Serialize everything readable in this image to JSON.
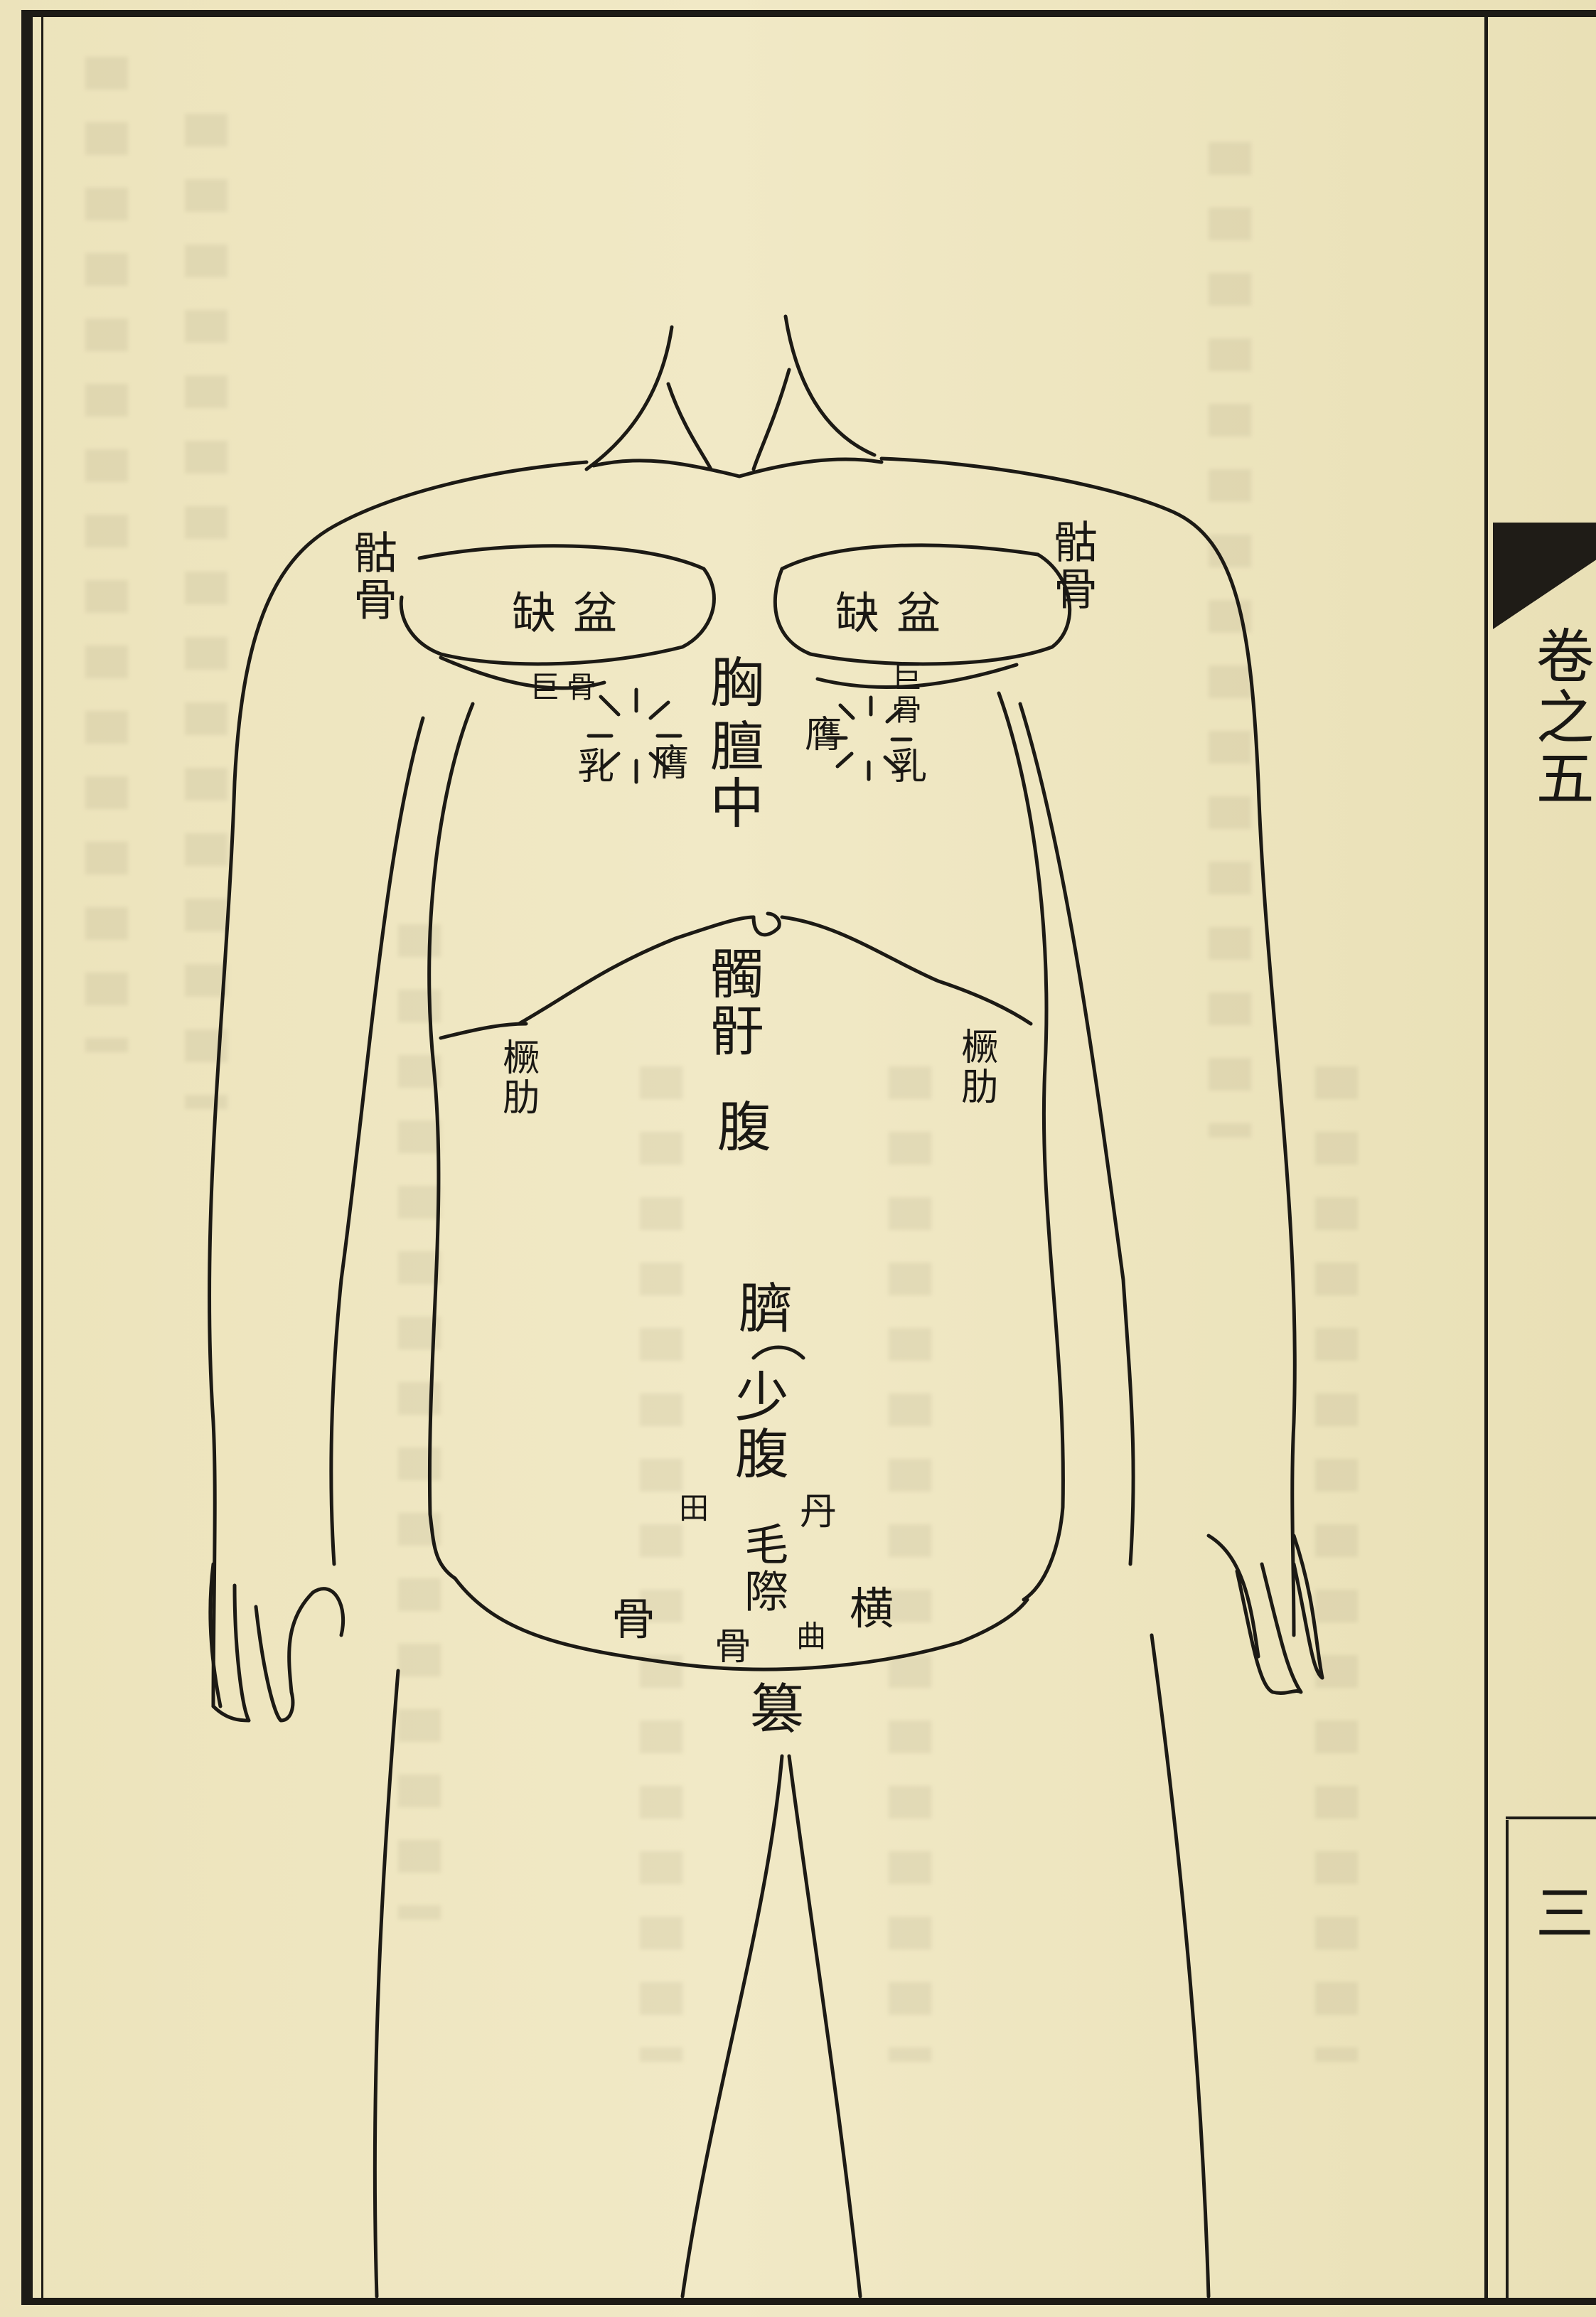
{
  "header": {
    "volume": "卷之五",
    "page_number": "三"
  },
  "figure": {
    "labels": {
      "kuzi_left": "骷骨",
      "kuzi_right": "骷骨",
      "quepen_left": "缺盆",
      "quepen_right": "缺盆",
      "jugu_left": "巨骨",
      "jugu_right": "巨骨",
      "xiong": "胸",
      "tanzhong": "膻中",
      "ying_left": "膺",
      "ying_right": "膺",
      "ru_left": "乳",
      "ru_right": "乳",
      "heyu": "髑骬",
      "fu": "腹",
      "xielei_left": "橛肋",
      "xielei_right": "橛肋",
      "qi": "臍",
      "shaofu": "少腹",
      "dan": "丹",
      "tian": "田",
      "maoji": "毛際",
      "qugu_qu": "曲",
      "qugu_gu": "骨",
      "henggu_heng": "横",
      "henggu_gu": "骨",
      "cuan": "篡"
    }
  }
}
